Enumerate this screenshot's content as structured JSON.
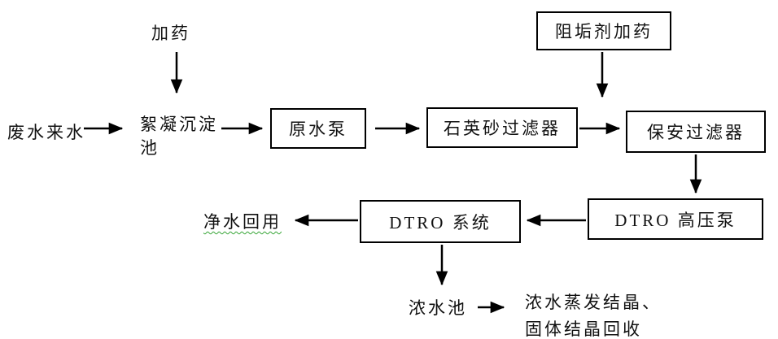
{
  "diagram": {
    "type": "flowchart",
    "background_color": "#ffffff",
    "line_color": "#000000",
    "text_color": "#111111",
    "grammar_underline_color": "#35a435",
    "labels": {
      "dosing": "加药",
      "wastewater_in": "废水来水",
      "flocculation_tank": "絮凝沉淀池",
      "raw_water_pump": "原水泵",
      "quartz_sand_filter": "石英砂过滤器",
      "antiscalant_dosing": "阻垢剂加药",
      "security_filter": "保安过滤器",
      "dtro_hp_pump": "DTRO 高压泵",
      "dtro_system": "DTRO 系统",
      "clean_water_reuse": "净水回用",
      "concentrate_tank": "浓水池",
      "concentrate_out_line1": "浓水蒸发结晶、",
      "concentrate_out_line2": "固体结晶回收"
    },
    "edges": [
      {
        "from": "dosing",
        "to": "flocculation_tank",
        "direction": "down"
      },
      {
        "from": "wastewater_in",
        "to": "flocculation_tank",
        "direction": "right"
      },
      {
        "from": "flocculation_tank",
        "to": "raw_water_pump",
        "direction": "right"
      },
      {
        "from": "raw_water_pump",
        "to": "quartz_sand_filter",
        "direction": "right"
      },
      {
        "from": "antiscalant_dosing",
        "to": "security_filter_inlet_pipe",
        "direction": "down"
      },
      {
        "from": "quartz_sand_filter",
        "to": "security_filter",
        "direction": "right"
      },
      {
        "from": "security_filter",
        "to": "dtro_hp_pump",
        "direction": "down"
      },
      {
        "from": "dtro_hp_pump",
        "to": "dtro_system",
        "direction": "left"
      },
      {
        "from": "dtro_system",
        "to": "clean_water_reuse",
        "direction": "left"
      },
      {
        "from": "dtro_system",
        "to": "concentrate_tank",
        "direction": "down"
      },
      {
        "from": "concentrate_tank",
        "to": "concentrate_evaporation",
        "direction": "right"
      }
    ]
  }
}
